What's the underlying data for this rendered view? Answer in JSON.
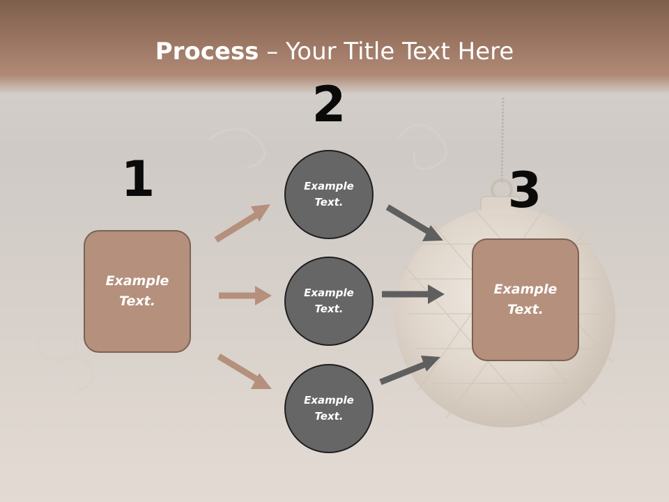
{
  "slide": {
    "title_bold": "Process",
    "title_rest": " – Your Title Text Here"
  },
  "steps": {
    "one": "1",
    "two": "2",
    "three": "3"
  },
  "boxes": {
    "left_text": "Example\nText.",
    "right_text": "Example\nText."
  },
  "circles": [
    {
      "text": "Example\nText."
    },
    {
      "text": "Example\nText."
    },
    {
      "text": "Example\nText."
    }
  ],
  "colors": {
    "box_fill": "#b5907c",
    "box_border": "#7a6154",
    "circle_fill": "#666666",
    "arrow_light": "#b5907c",
    "arrow_dark": "#5f5f5f",
    "header": "#9b7663"
  },
  "icons": {
    "arrow_in": "arrow-right-icon",
    "arrow_out": "arrow-right-icon"
  }
}
